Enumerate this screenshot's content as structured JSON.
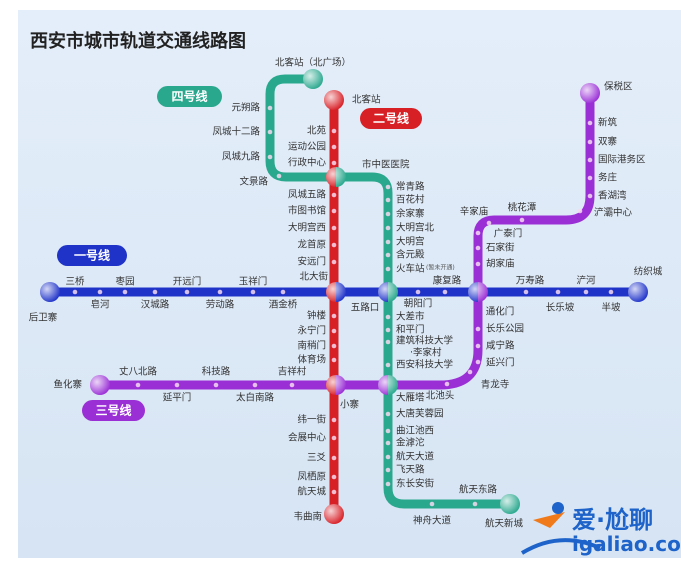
{
  "title": "西安市城市轨道交通线路图",
  "watermark": {
    "text": "爱·尬聊",
    "url_text": "igaliao.com"
  },
  "lines": [
    {
      "id": "line1",
      "name": "一号线",
      "color": "#1f33c9",
      "stations": [
        {
          "name": "后卫寨"
        },
        {
          "name": "三桥"
        },
        {
          "name": "皂河"
        },
        {
          "name": "枣园"
        },
        {
          "name": "汉城路"
        },
        {
          "name": "开远门"
        },
        {
          "name": "劳动路"
        },
        {
          "name": "玉祥门"
        },
        {
          "name": "酒金桥"
        },
        {
          "name": "北大街"
        },
        {
          "name": "五路口"
        },
        {
          "name": "朝阳门"
        },
        {
          "name": "康复路"
        },
        {
          "name": "通化门"
        },
        {
          "name": "万寿路"
        },
        {
          "name": "长乐坡"
        },
        {
          "name": "浐河"
        },
        {
          "name": "半坡"
        },
        {
          "name": "纺织城"
        }
      ]
    },
    {
      "id": "line2",
      "name": "二号线",
      "color": "#d71f26",
      "stations": [
        {
          "name": "北客站"
        },
        {
          "name": "北苑"
        },
        {
          "name": "运动公园"
        },
        {
          "name": "行政中心"
        },
        {
          "name": "市中医医院"
        },
        {
          "name": "凤城五路"
        },
        {
          "name": "市图书馆"
        },
        {
          "name": "大明宫西"
        },
        {
          "name": "龙首原"
        },
        {
          "name": "安远门"
        },
        {
          "name": "北大街"
        },
        {
          "name": "钟楼"
        },
        {
          "name": "永宁门"
        },
        {
          "name": "南稍门"
        },
        {
          "name": "体育场"
        },
        {
          "name": "小寨"
        },
        {
          "name": "纬一街"
        },
        {
          "name": "会展中心"
        },
        {
          "name": "三爻"
        },
        {
          "name": "凤栖原"
        },
        {
          "name": "航天城"
        },
        {
          "name": "韦曲南"
        }
      ]
    },
    {
      "id": "line3",
      "name": "三号线",
      "color": "#9a2fd6",
      "stations": [
        {
          "name": "鱼化寨"
        },
        {
          "name": "丈八北路"
        },
        {
          "name": "延平门"
        },
        {
          "name": "科技路"
        },
        {
          "name": "太白南路"
        },
        {
          "name": "吉祥村"
        },
        {
          "name": "小寨"
        },
        {
          "name": "大雁塔"
        },
        {
          "name": "北池头"
        },
        {
          "name": "青龙寺"
        },
        {
          "name": "延兴门"
        },
        {
          "name": "咸宁路"
        },
        {
          "name": "长乐公园"
        },
        {
          "name": "通化门"
        },
        {
          "name": "胡家庙"
        },
        {
          "name": "石家街"
        },
        {
          "name": "广泰门"
        },
        {
          "name": "辛家庙"
        },
        {
          "name": "桃花潭"
        },
        {
          "name": "浐灞中心"
        },
        {
          "name": "香湖湾"
        },
        {
          "name": "务庄"
        },
        {
          "name": "国际港务区"
        },
        {
          "name": "双寨"
        },
        {
          "name": "新筑"
        },
        {
          "name": "保税区"
        }
      ]
    },
    {
      "id": "line4",
      "name": "四号线",
      "color": "#2aa88e",
      "stations": [
        {
          "name": "北客站（北广场）"
        },
        {
          "name": "元朔路"
        },
        {
          "name": "凤城十二路"
        },
        {
          "name": "凤城九路"
        },
        {
          "name": "文景路"
        },
        {
          "name": "市中医医院"
        },
        {
          "name": "常青路"
        },
        {
          "name": "百花村"
        },
        {
          "name": "余家寨"
        },
        {
          "name": "大明宫北"
        },
        {
          "name": "大明宫"
        },
        {
          "name": "含元殿"
        },
        {
          "name": "火车站",
          "sub": "(暂未开通)"
        },
        {
          "name": "五路口"
        },
        {
          "name": "大差市"
        },
        {
          "name": "和平门"
        },
        {
          "name": "建筑科技大学",
          "sub2": "·李家村"
        },
        {
          "name": "西安科技大学"
        },
        {
          "name": "大雁塔"
        },
        {
          "name": "大唐芙蓉园"
        },
        {
          "name": "曲江池西"
        },
        {
          "name": "金滹沱"
        },
        {
          "name": "航天大道"
        },
        {
          "name": "飞天路"
        },
        {
          "name": "东长安街"
        },
        {
          "name": "神舟大道"
        },
        {
          "name": "航天东路"
        },
        {
          "name": "航天新城"
        }
      ]
    }
  ]
}
